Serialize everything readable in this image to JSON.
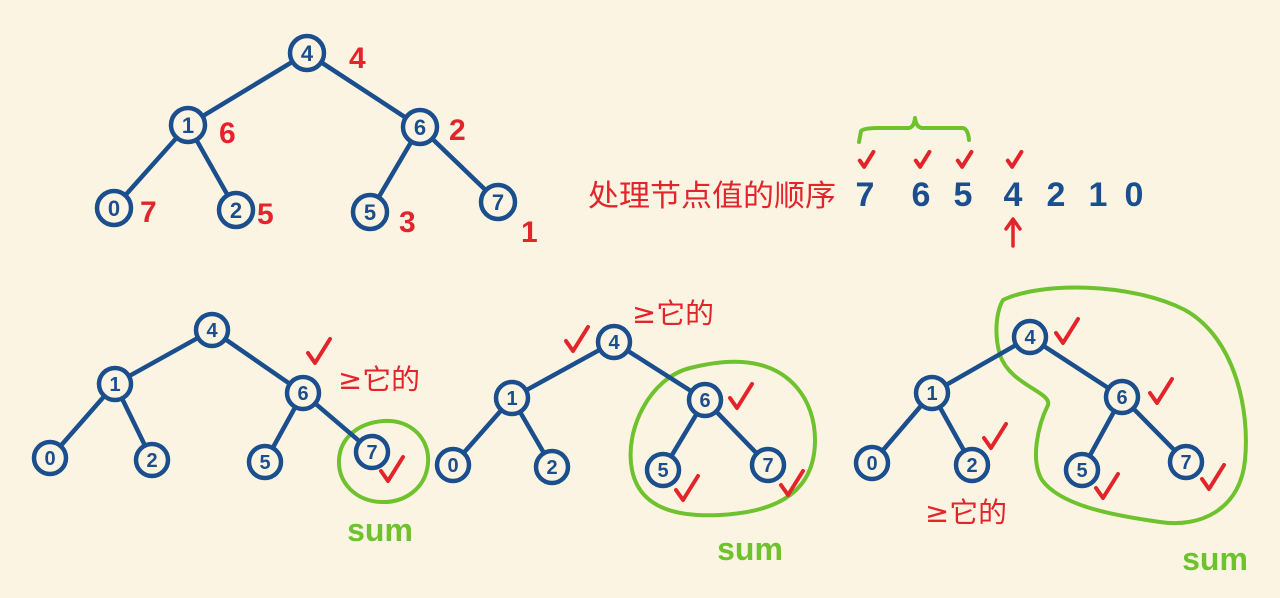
{
  "colors": {
    "background": "#fcf4e3",
    "node": "#1a4e8d",
    "annotation": "#e3252b",
    "highlight": "#6ec22d"
  },
  "tree": {
    "nodes": [
      {
        "value": "4",
        "sum": "4"
      },
      {
        "value": "1",
        "sum": "6"
      },
      {
        "value": "6",
        "sum": "2"
      },
      {
        "value": "0",
        "sum": "7"
      },
      {
        "value": "2",
        "sum": "5"
      },
      {
        "value": "5",
        "sum": "3"
      },
      {
        "value": "7",
        "sum": "1"
      }
    ],
    "edges": [
      [
        "4",
        "1"
      ],
      [
        "4",
        "6"
      ],
      [
        "1",
        "0"
      ],
      [
        "1",
        "2"
      ],
      [
        "6",
        "5"
      ],
      [
        "6",
        "7"
      ]
    ]
  },
  "order": {
    "label": "处理节点值的顺序",
    "values": [
      "7",
      "6",
      "5",
      "4",
      "2",
      "1",
      "0"
    ],
    "checked": [
      true,
      true,
      true,
      true,
      false,
      false,
      false
    ],
    "bracket": [
      0,
      2
    ],
    "current_index": 3
  },
  "steps": [
    {
      "checked": [
        "6",
        "7"
      ],
      "note": "≥它的",
      "sum_label": "sum"
    },
    {
      "checked": [
        "4",
        "6",
        "5",
        "7"
      ],
      "note": "≥它的",
      "sum_label": "sum"
    },
    {
      "checked": [
        "4",
        "6",
        "2",
        "5",
        "7"
      ],
      "note": "≥它的",
      "sum_label": "sum"
    }
  ]
}
